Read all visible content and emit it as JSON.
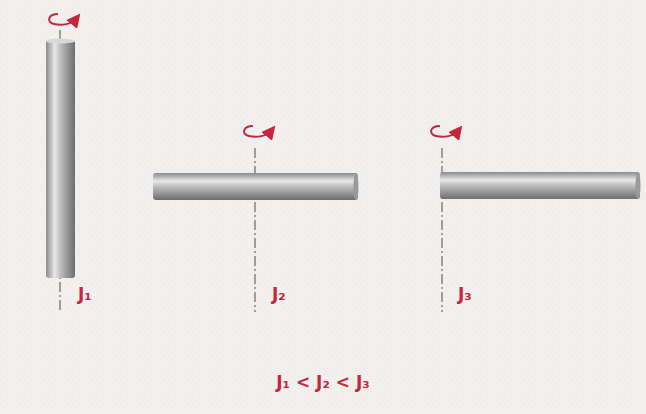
{
  "diagram": {
    "labels": [
      "J₁",
      "J₂",
      "J₃",
      "J₁ < J₂ < J₃"
    ]
  }
}
